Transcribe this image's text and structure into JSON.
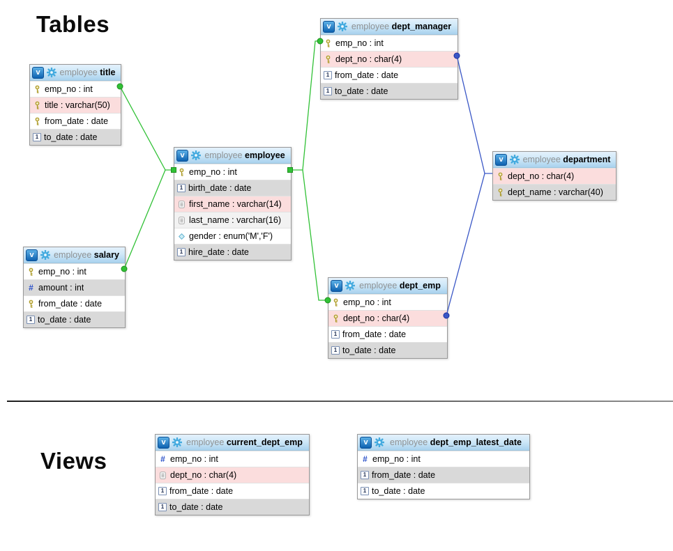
{
  "page": {
    "tables_heading": "Tables",
    "views_heading": "Views"
  },
  "database": "employee",
  "colors": {
    "relation_green": "#31c136",
    "relation_blue": "#3a57c6",
    "row_white": "#ffffff",
    "row_gray": "#d9d9d9",
    "row_pink": "#fbdddd",
    "row_light": "#f2f2f2",
    "header_blue_top": "#e4f2fc",
    "header_blue_bottom": "#a9d2ee",
    "vbox_blue": "#0e62b0",
    "gear_blue": "#45abdf",
    "key_gold": "#a9971f",
    "heading_text": "#0b0b0b"
  },
  "tables": [
    {
      "id": "title",
      "schema": "employee",
      "name": "title",
      "fields": [
        {
          "icon": "key",
          "text": "emp_no : int",
          "bg": "white"
        },
        {
          "icon": "key",
          "text": "title : varchar(50)",
          "bg": "pink"
        },
        {
          "icon": "key",
          "text": "from_date : date",
          "bg": "white"
        },
        {
          "icon": "date",
          "text": "to_date : date",
          "bg": "gray"
        }
      ]
    },
    {
      "id": "salary",
      "schema": "employee",
      "name": "salary",
      "fields": [
        {
          "icon": "key",
          "text": "emp_no : int",
          "bg": "white"
        },
        {
          "icon": "num",
          "text": "amount : int",
          "bg": "gray"
        },
        {
          "icon": "key",
          "text": "from_date : date",
          "bg": "white"
        },
        {
          "icon": "date",
          "text": "to_date : date",
          "bg": "gray"
        }
      ]
    },
    {
      "id": "employee",
      "schema": "employee",
      "name": "employee",
      "fields": [
        {
          "icon": "key",
          "text": "emp_no : int",
          "bg": "white"
        },
        {
          "icon": "date",
          "text": "birth_date : date",
          "bg": "gray"
        },
        {
          "icon": "text",
          "text": "first_name : varchar(14)",
          "bg": "pink"
        },
        {
          "icon": "text",
          "text": "last_name : varchar(16)",
          "bg": "light"
        },
        {
          "icon": "enum",
          "text": "gender : enum('M','F')",
          "bg": "white"
        },
        {
          "icon": "date",
          "text": "hire_date : date",
          "bg": "gray"
        }
      ]
    },
    {
      "id": "dept_manager",
      "schema": "employee",
      "name": "dept_manager",
      "fields": [
        {
          "icon": "key",
          "text": "emp_no : int",
          "bg": "white"
        },
        {
          "icon": "key",
          "text": "dept_no : char(4)",
          "bg": "pink"
        },
        {
          "icon": "date",
          "text": "from_date : date",
          "bg": "white"
        },
        {
          "icon": "date",
          "text": "to_date : date",
          "bg": "gray"
        }
      ]
    },
    {
      "id": "dept_emp",
      "schema": "employee",
      "name": "dept_emp",
      "fields": [
        {
          "icon": "key",
          "text": "emp_no : int",
          "bg": "white"
        },
        {
          "icon": "key",
          "text": "dept_no : char(4)",
          "bg": "pink"
        },
        {
          "icon": "date",
          "text": "from_date : date",
          "bg": "white"
        },
        {
          "icon": "date",
          "text": "to_date : date",
          "bg": "gray"
        }
      ]
    },
    {
      "id": "department",
      "schema": "employee",
      "name": "department",
      "fields": [
        {
          "icon": "key",
          "text": "dept_no : char(4)",
          "bg": "pink"
        },
        {
          "icon": "key",
          "text": "dept_name : varchar(40)",
          "bg": "gray"
        }
      ]
    }
  ],
  "views": [
    {
      "id": "current_dept_emp",
      "schema": "employee",
      "name": "current_dept_emp",
      "fields": [
        {
          "icon": "num",
          "text": "emp_no : int",
          "bg": "white"
        },
        {
          "icon": "text",
          "text": "dept_no : char(4)",
          "bg": "pink"
        },
        {
          "icon": "date",
          "text": "from_date : date",
          "bg": "white"
        },
        {
          "icon": "date",
          "text": "to_date : date",
          "bg": "gray"
        }
      ]
    },
    {
      "id": "dept_emp_latest_date",
      "schema": "employee",
      "name": "dept_emp_latest_date",
      "fields": [
        {
          "icon": "num",
          "text": "emp_no : int",
          "bg": "white"
        },
        {
          "icon": "date",
          "text": "from_date : date",
          "bg": "gray"
        },
        {
          "icon": "date",
          "text": "to_date : date",
          "bg": "white"
        }
      ]
    }
  ],
  "relations": [
    {
      "from": "title.emp_no",
      "to": "employee.emp_no",
      "color": "green"
    },
    {
      "from": "salary.emp_no",
      "to": "employee.emp_no",
      "color": "green"
    },
    {
      "from": "employee.emp_no",
      "to": "dept_manager.emp_no",
      "color": "green"
    },
    {
      "from": "employee.emp_no",
      "to": "dept_emp.emp_no",
      "color": "green"
    },
    {
      "from": "dept_manager.dept_no",
      "to": "department.dept_no",
      "color": "blue"
    },
    {
      "from": "dept_emp.dept_no",
      "to": "department.dept_no",
      "color": "blue"
    }
  ]
}
